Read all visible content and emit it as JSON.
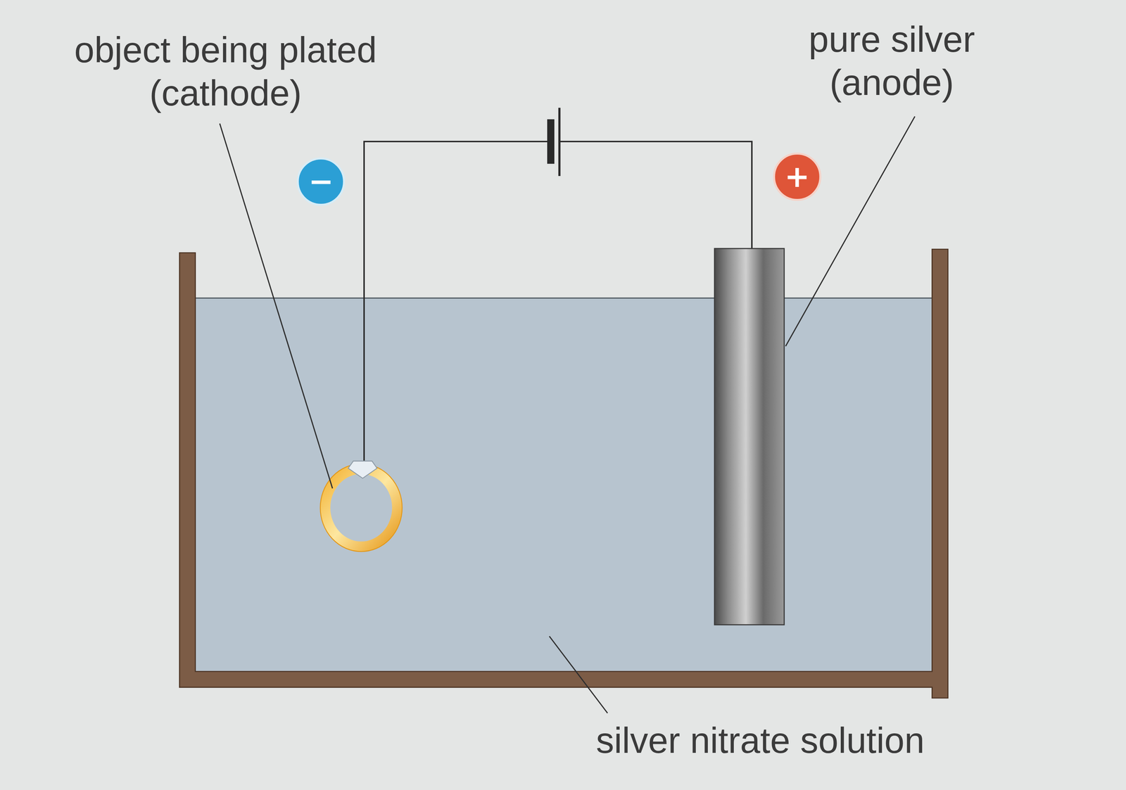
{
  "diagram": {
    "nodes": [
      {
        "text": [
          "−"
        ]
      },
      {
        "text": [
          "+"
        ]
      }
    ],
    "labels": [
      "object being plated (cathode)",
      "pure silver (anode)",
      "silver nitrate solution"
    ]
  }
}
